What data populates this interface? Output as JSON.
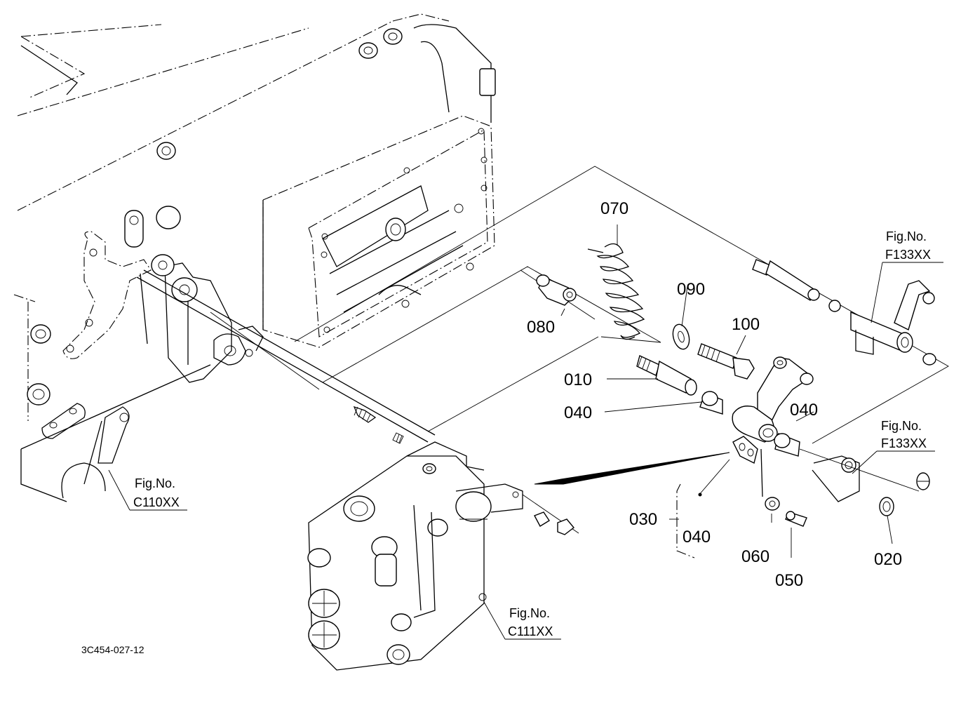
{
  "callouts": {
    "p010": "010",
    "p020": "020",
    "p030": "030",
    "p040a": "040",
    "p040b": "040",
    "p040c": "040",
    "p050": "050",
    "p060": "060",
    "p070": "070",
    "p080": "080",
    "p090": "090",
    "p100": "100"
  },
  "figure_refs": {
    "f133_top": {
      "label": "Fig.No.",
      "code": "F133XX"
    },
    "f133_mid": {
      "label": "Fig.No.",
      "code": "F133XX"
    },
    "c110": {
      "label": "Fig.No.",
      "code": "C110XX"
    },
    "c111": {
      "label": "Fig.No.",
      "code": "C111XX"
    }
  },
  "drawing_number": "3C454-027-12"
}
